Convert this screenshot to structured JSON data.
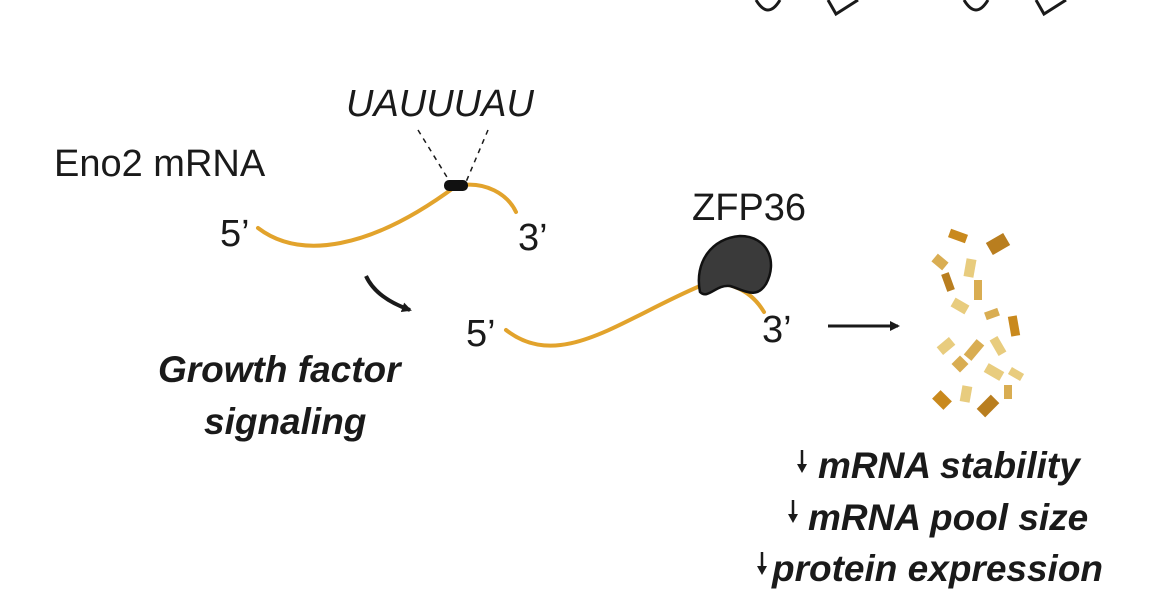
{
  "mrna_label": "Eno2 mRNA",
  "motif": "UAUUUAU",
  "end_5": "5’",
  "end_3": "3’",
  "protein": "ZFP36",
  "signal": [
    "Growth factor",
    "signaling"
  ],
  "effects": [
    "mRNA stability",
    "mRNA pool size",
    "protein expression"
  ],
  "colors": {
    "mrna": "#e2a32c",
    "protein": "#3a3a3a",
    "text": "#1a1a1a",
    "fragments": [
      "#c9891d",
      "#d9ad52",
      "#e8cc7e",
      "#b97e1f"
    ]
  },
  "icons": {
    "effect_arrow": "down-arrow-icon",
    "signal_arrow": "curved-arrow-icon",
    "degrade_arrow": "right-arrow-icon"
  }
}
